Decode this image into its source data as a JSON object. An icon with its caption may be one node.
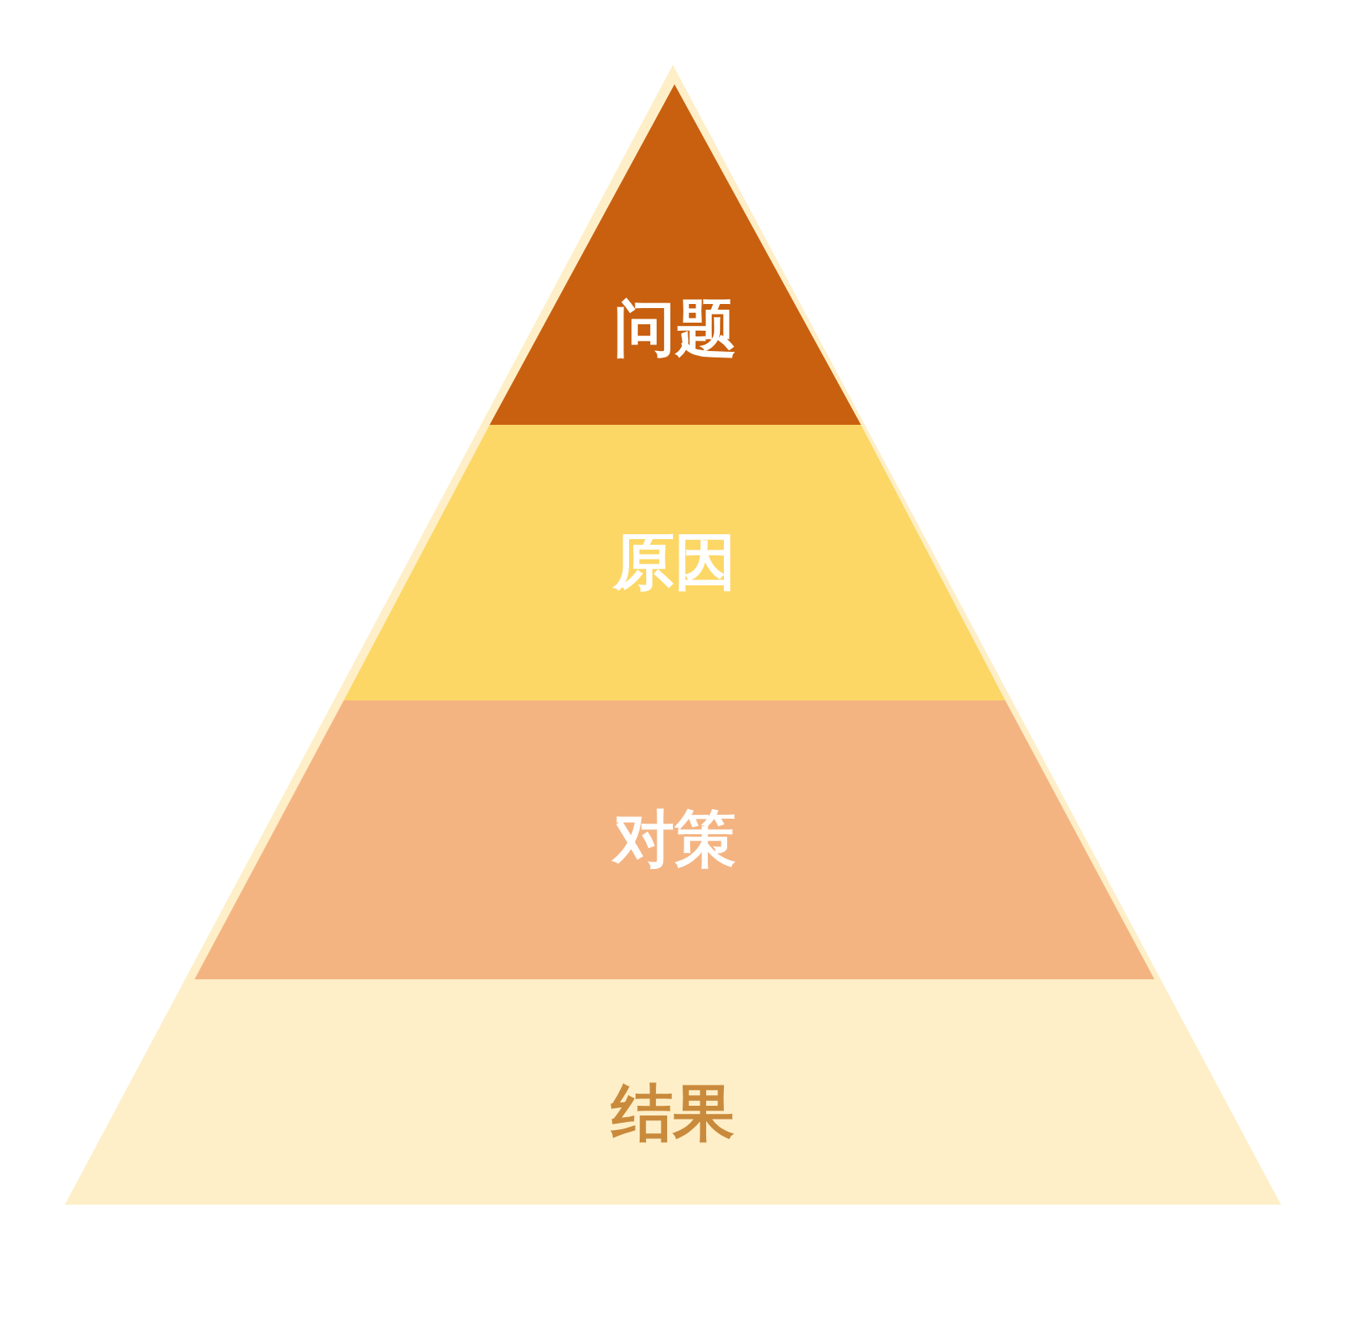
{
  "diagram": {
    "nodes": [
      {
        "text": [
          "问题"
        ]
      },
      {
        "text": [
          "原因"
        ]
      },
      {
        "text": [
          "对策"
        ]
      },
      {
        "text": [
          "结果"
        ]
      }
    ]
  }
}
